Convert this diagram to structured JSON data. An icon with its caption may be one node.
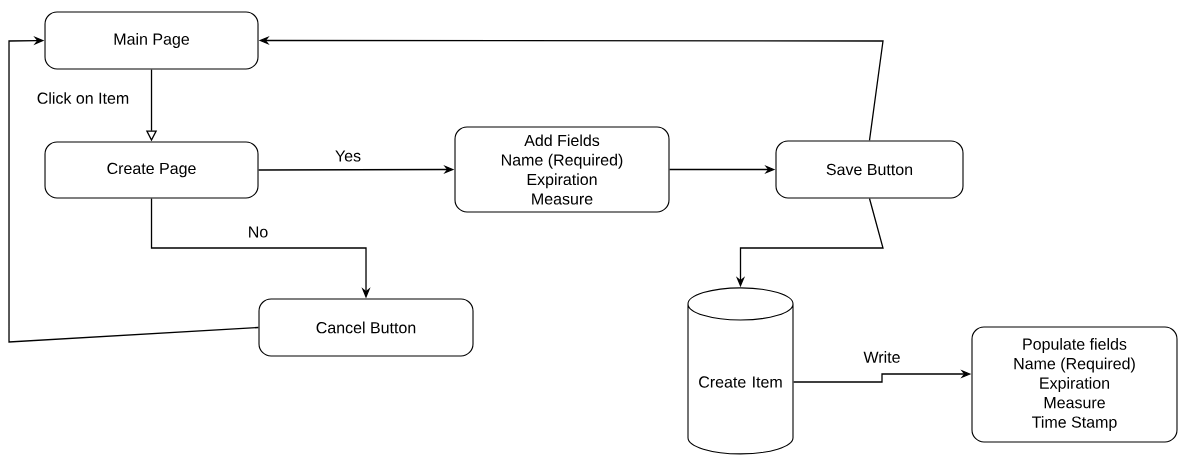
{
  "diagram": {
    "nodes": [
      {
        "text": [
          "Main Page"
        ]
      },
      {
        "text": [
          "Create Page"
        ]
      },
      {
        "text": [
          "Add Fields",
          "Name (Required)",
          "Expiration",
          "Measure"
        ]
      },
      {
        "text": [
          "Save Button"
        ]
      },
      {
        "text": [
          "Cancel Button"
        ]
      },
      {
        "text": [
          "Create Item"
        ]
      },
      {
        "text": [
          "Populate fields",
          "Name (Required)",
          "Expiration",
          "Measure",
          "Time Stamp"
        ]
      }
    ],
    "edges": [
      {
        "from": 0,
        "to": 1,
        "arrow": "to",
        "label": "Click on Item"
      },
      {
        "from": 1,
        "to": 2,
        "arrow": "to",
        "label": "Yes"
      },
      {
        "from": 1,
        "to": 4,
        "arrow": "to",
        "label": "No"
      },
      {
        "from": 4,
        "to": 0,
        "arrow": "to"
      },
      {
        "from": 2,
        "to": 3,
        "arrow": "to"
      },
      {
        "from": 3,
        "to": 0,
        "arrow": "to"
      },
      {
        "from": 3,
        "to": 5,
        "arrow": "to"
      },
      {
        "from": 5,
        "to": 6,
        "arrow": "to",
        "label": "Write"
      }
    ]
  }
}
